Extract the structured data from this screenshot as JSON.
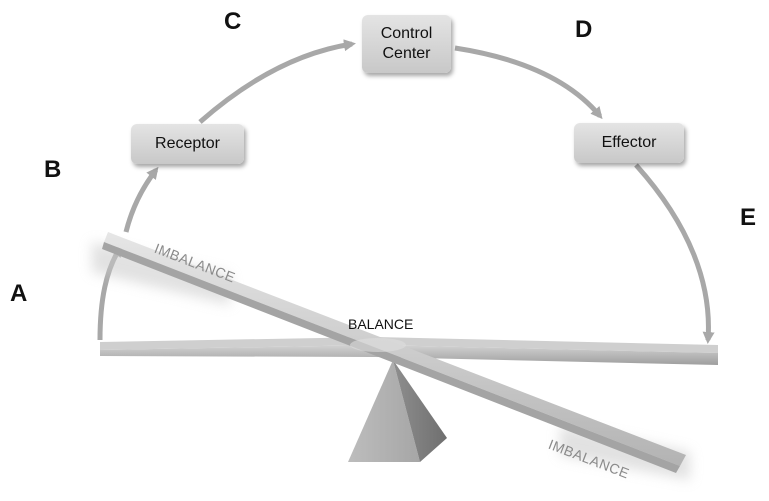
{
  "labels": {
    "a": "A",
    "b": "B",
    "c": "C",
    "d": "D",
    "e": "E"
  },
  "boxes": {
    "receptor": "Receptor",
    "control_center_line1": "Control",
    "control_center_line2": "Center",
    "effector": "Effector"
  },
  "seesaw": {
    "balance": "BALANCE",
    "imbalance_left": "IMBALANCE",
    "imbalance_right": "IMBALANCE"
  },
  "colors": {
    "arrow": "#a8a8a8",
    "box_fill": "#d6d6d6",
    "imbalance_text": "#8a8a8a",
    "plank": "#b9b9b9"
  }
}
